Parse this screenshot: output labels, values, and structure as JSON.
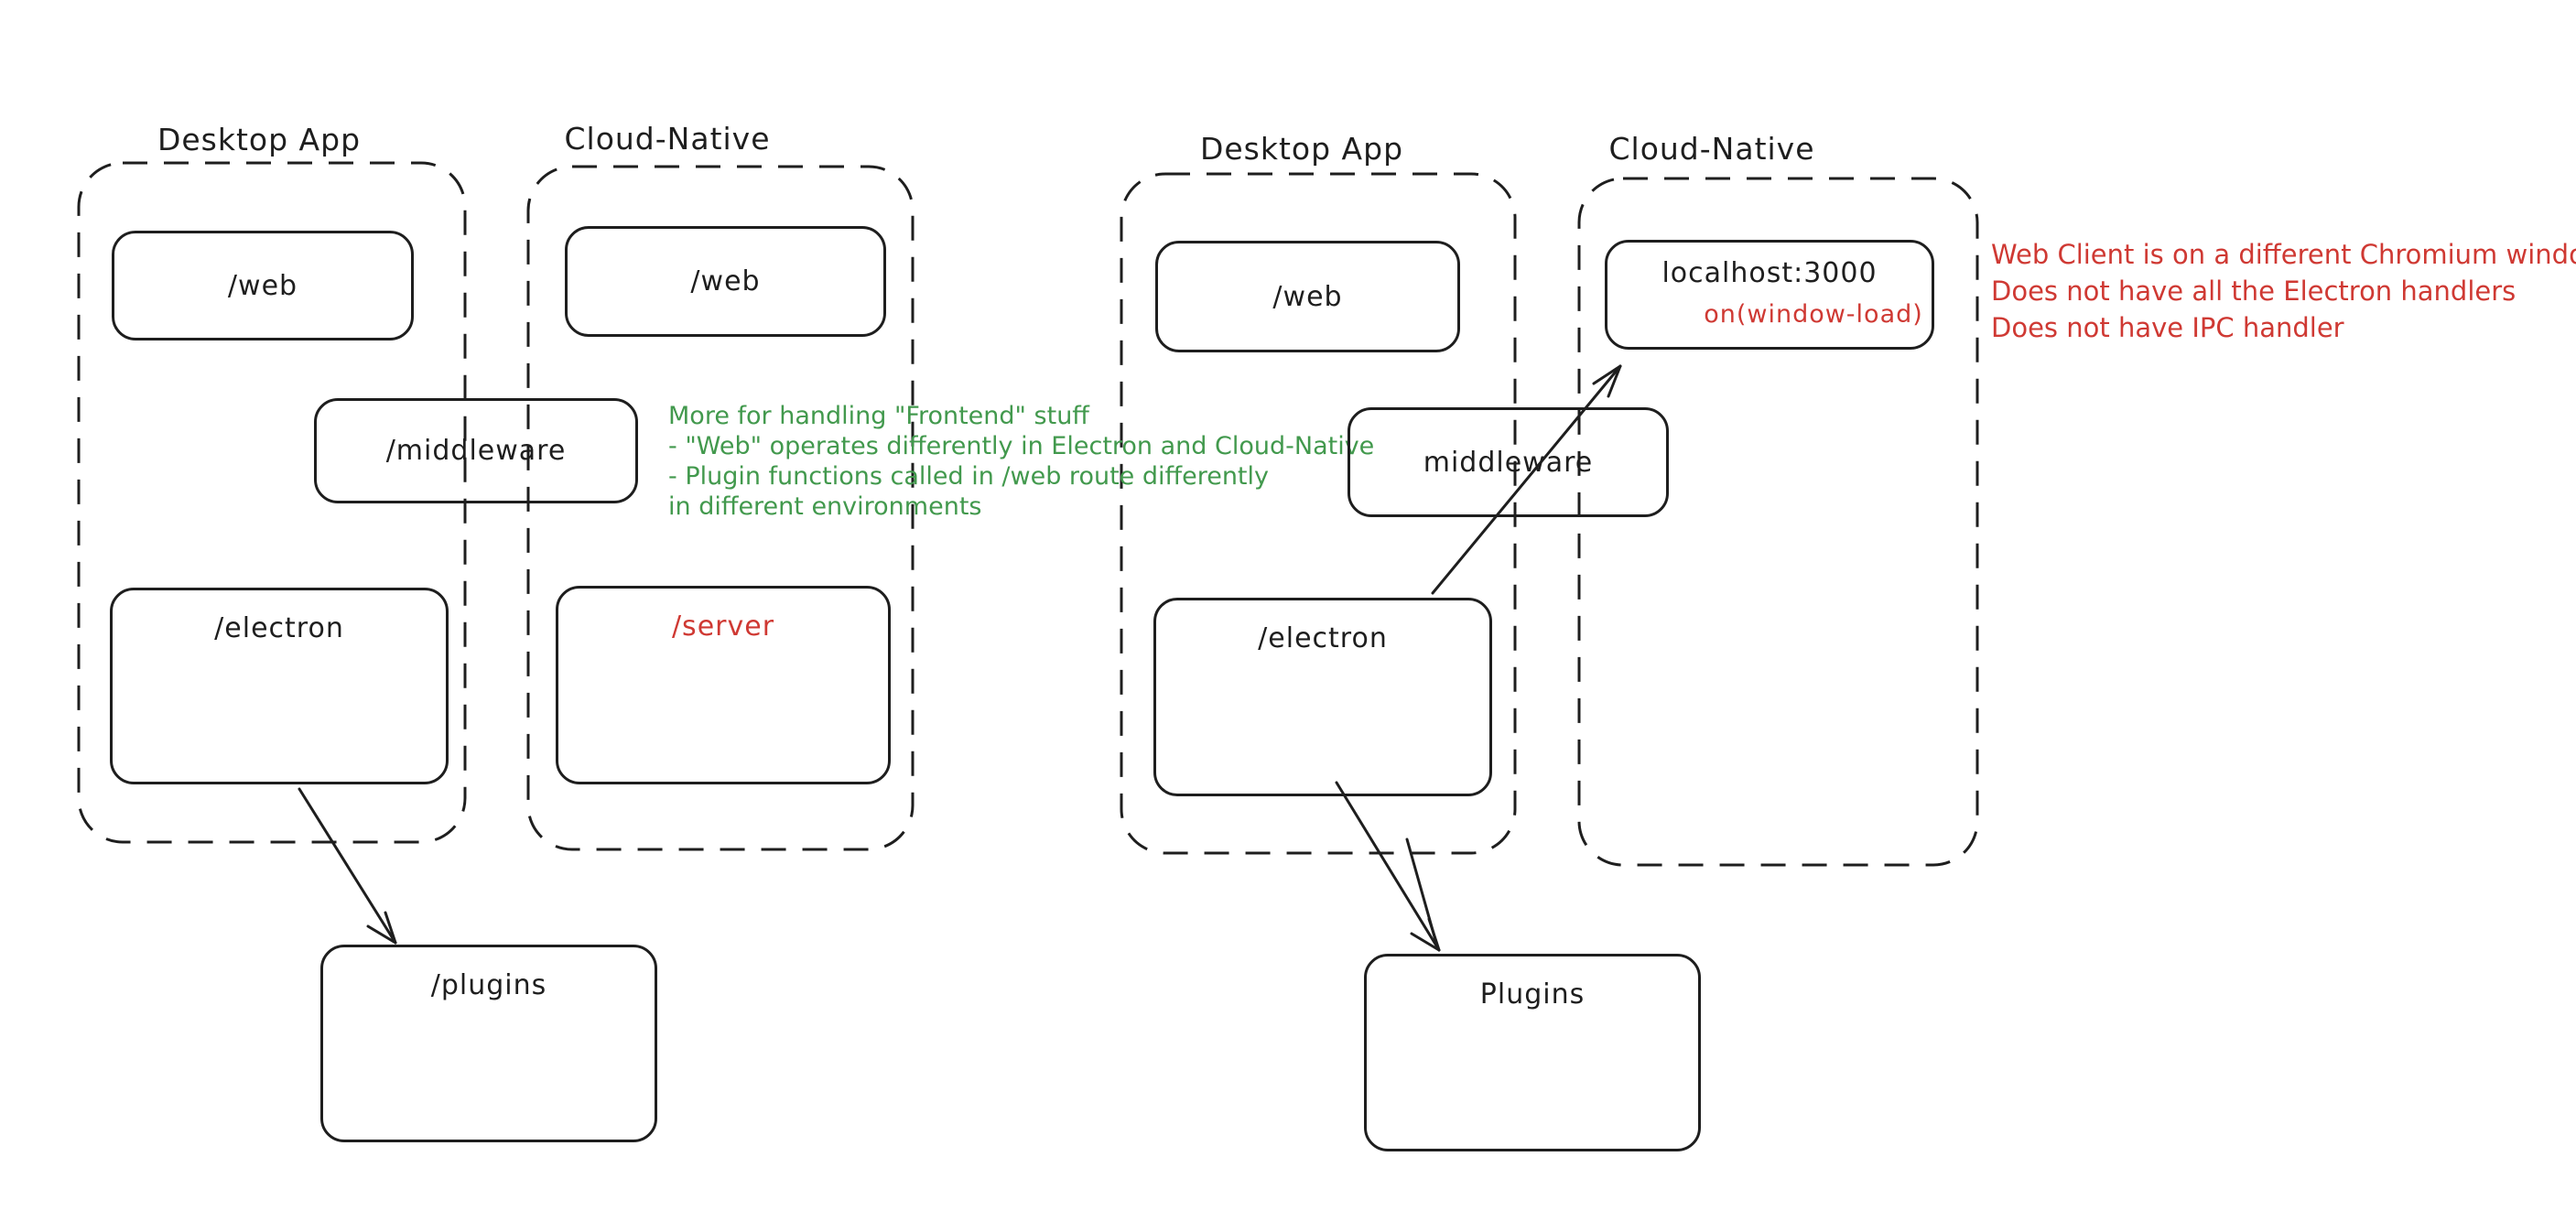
{
  "colors": {
    "background": "#ffffff",
    "stroke": "#1e1e1e",
    "green_note": "#42994d",
    "red_note": "#cf3933"
  },
  "left_group": {
    "desktop_title": "Desktop App",
    "cloud_title": "Cloud-Native",
    "web_desktop_label": "/web",
    "web_cloud_label": "/web",
    "middleware_label": "/middleware",
    "electron_label": "/electron",
    "server_label": "/server",
    "plugins_label": "/plugins",
    "note": {
      "lines": [
        "More for handling \"Frontend\" stuff",
        "- \"Web\" operates differently in Electron and Cloud-Native",
        "- Plugin functions called in /web route differently",
        "in different environments"
      ]
    }
  },
  "right_group": {
    "desktop_title": "Desktop App",
    "cloud_title": "Cloud-Native",
    "web_desktop_label": "/web",
    "localhost_label": "localhost:3000",
    "window_load_label": "on(window-load)",
    "middleware_label": "middleware",
    "electron_label": "/electron",
    "plugins_label": "Plugins",
    "note": {
      "lines": [
        "Web Client is on a different Chromium window",
        "Does not have all the Electron handlers",
        "Does not have IPC handler"
      ]
    }
  }
}
